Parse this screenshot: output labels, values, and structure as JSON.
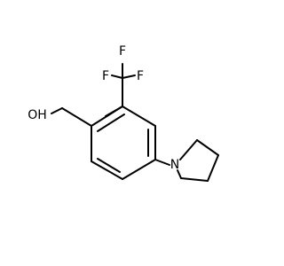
{
  "molecule": {
    "atoms": {
      "f_top": "F",
      "f_left": "F",
      "f_right": "F",
      "hydroxyl": "OH",
      "nitrogen": "N"
    }
  },
  "colors": {
    "bond": "#000000",
    "label": "#000000",
    "background": "#ffffff"
  }
}
